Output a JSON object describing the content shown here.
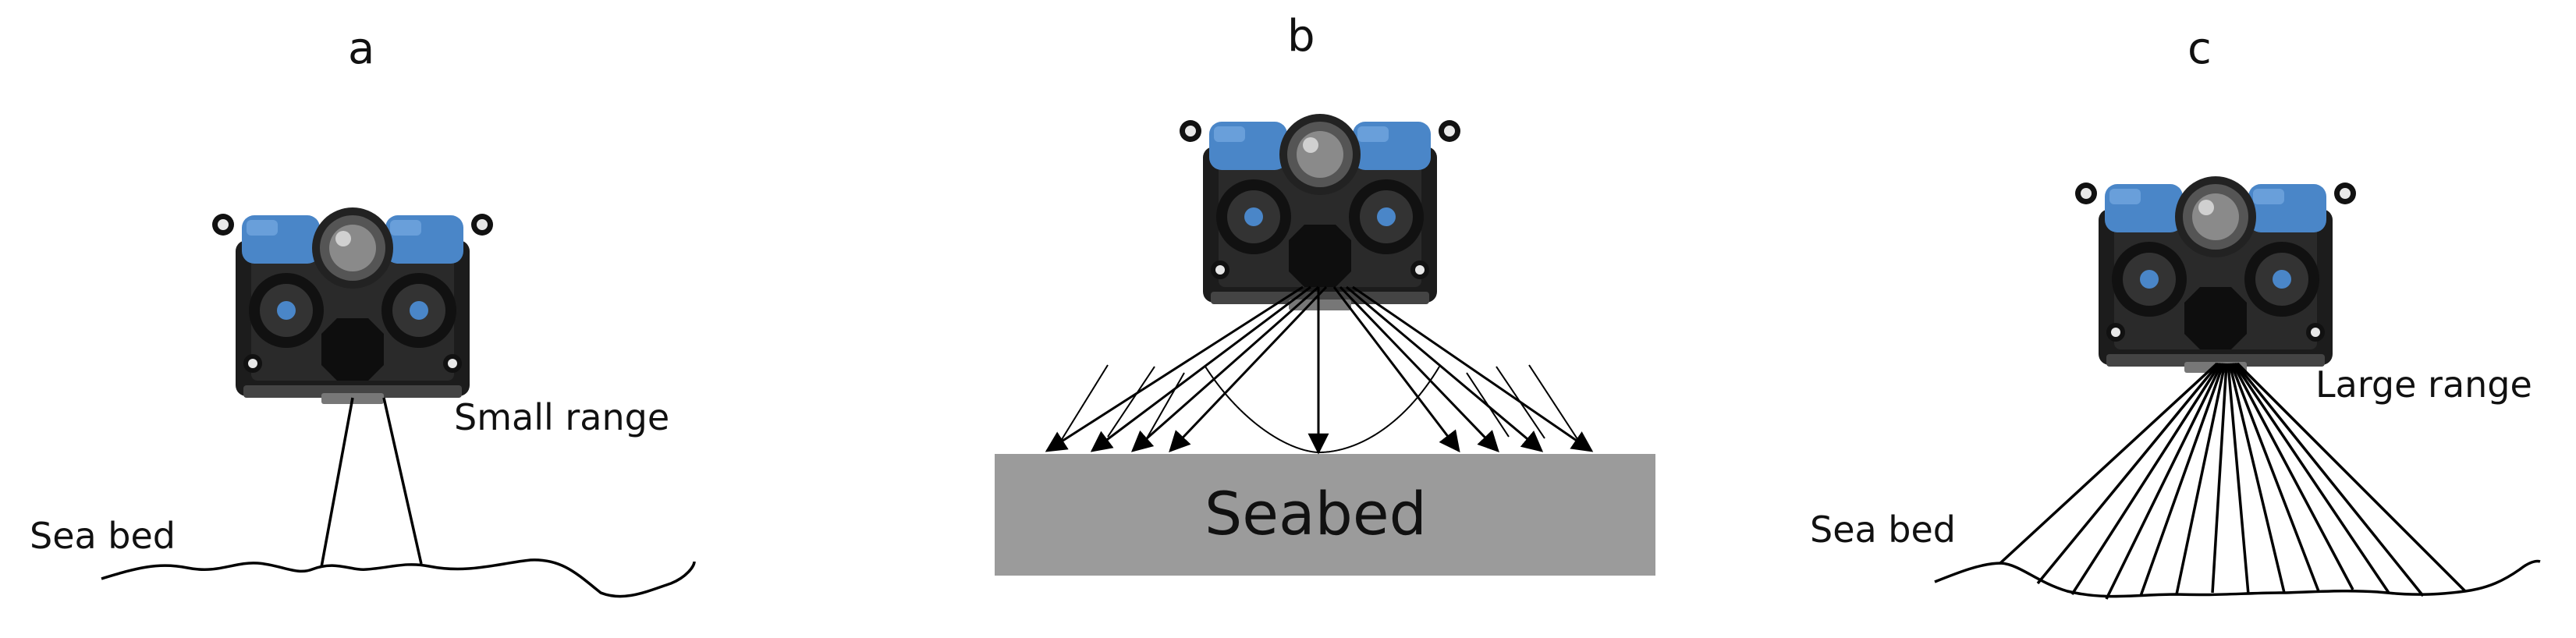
{
  "panels": [
    {
      "letter": "a",
      "range_label": "Small range",
      "floor_label": "Sea bed"
    },
    {
      "letter": "b",
      "floor_label": "Seabed"
    },
    {
      "letter": "c",
      "range_label": "Large range",
      "floor_label": "Sea bed"
    }
  ],
  "colors": {
    "rov_blue": "#4a86c8",
    "rov_frame": "#1c1c1c",
    "seabed_fill": "#9b9b9b",
    "line": "#000000"
  },
  "icons": [
    "rov-drone-icon"
  ]
}
